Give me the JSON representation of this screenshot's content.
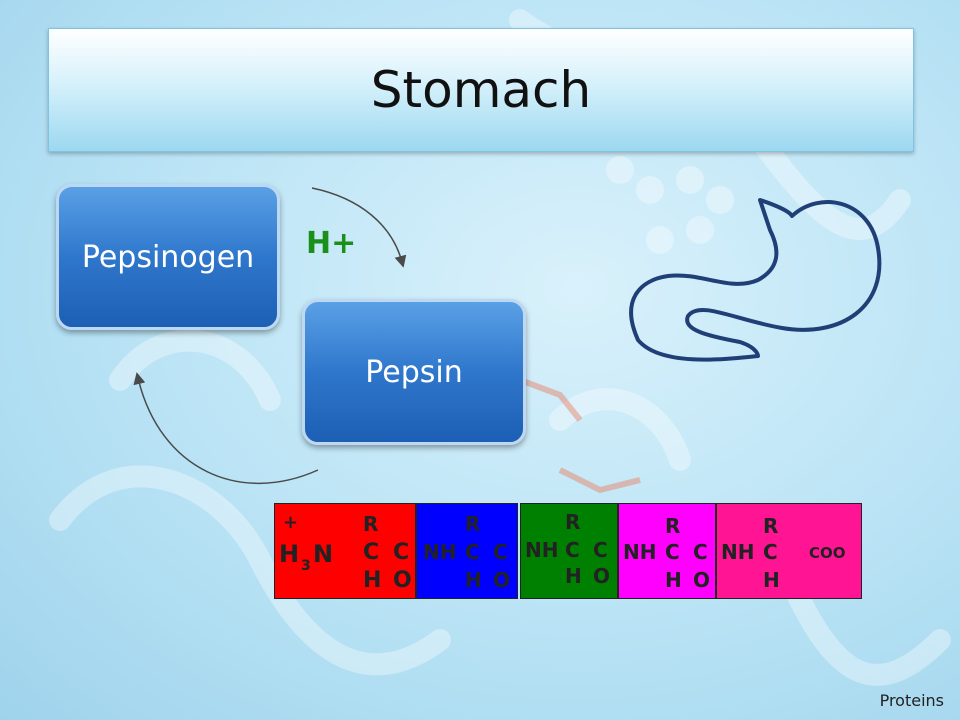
{
  "slide": {
    "title": "Stomach",
    "footer": "Proteins"
  },
  "nodes": {
    "pepsinogen": "Pepsinogen",
    "pepsin": "Pepsin",
    "catalyst": "H+"
  },
  "peptide_chain": {
    "segments": [
      {
        "color": "#ff0000",
        "r": "R",
        "plus": "+",
        "h3n": "H",
        "sub3": "3",
        "n": "N",
        "c": "C",
        "c2": "C",
        "h": "H",
        "o": "O"
      },
      {
        "color": "#0000ff",
        "r": "R",
        "nh": "NH",
        "c": "C",
        "c2": "C",
        "h": "H",
        "o": "O"
      },
      {
        "color": "#008000",
        "r": "R",
        "nh": "NH",
        "c": "C",
        "c2": "C",
        "h": "H",
        "o": "O"
      },
      {
        "color": "#ff00ff",
        "r": "R",
        "nh": "NH",
        "c": "C",
        "c2": "C",
        "h": "H",
        "o": "O"
      },
      {
        "color": "#ff1493",
        "r": "R",
        "nh": "NH",
        "c": "C",
        "coo": "COO",
        "h": "H"
      }
    ]
  }
}
